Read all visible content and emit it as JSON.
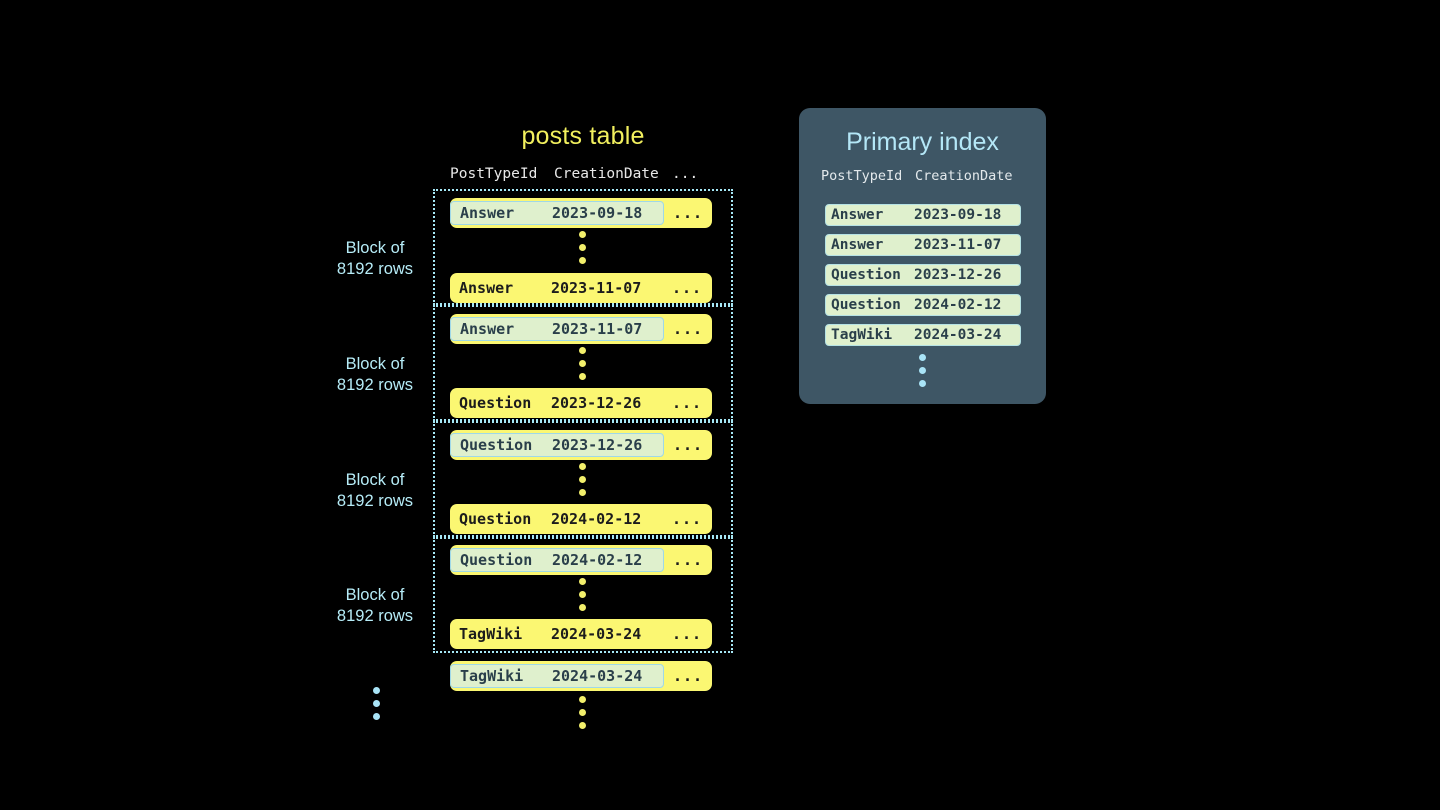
{
  "background": "#000000",
  "colors": {
    "row_yellow": "#fbf772",
    "highlight_green": "#dff0cd",
    "cyan": "#a9e4f7",
    "panel_bg": "#3e5665",
    "title_yellow": "#f2f05e",
    "text_dark": "#1c1c1c"
  },
  "posts_table": {
    "title": "posts table",
    "headers": {
      "type": "PostTypeId",
      "date": "CreationDate",
      "more": "..."
    },
    "block_label": "Block of\n8192 rows",
    "block_label_line1": "Block of",
    "block_label_line2": "8192 rows",
    "ellipsis": "...",
    "blocks": [
      {
        "label_line1": "Block of",
        "label_line2": "8192 rows",
        "first_row": {
          "type": "Answer",
          "date": "2023-09-18",
          "more": "...",
          "highlighted": true
        },
        "last_row": {
          "type": "Answer",
          "date": "2023-11-07",
          "more": "...",
          "highlighted": false
        }
      },
      {
        "label_line1": "Block of",
        "label_line2": "8192 rows",
        "first_row": {
          "type": "Answer",
          "date": "2023-11-07",
          "more": "...",
          "highlighted": true
        },
        "last_row": {
          "type": "Question",
          "date": "2023-12-26",
          "more": "...",
          "highlighted": false
        }
      },
      {
        "label_line1": "Block of",
        "label_line2": "8192 rows",
        "first_row": {
          "type": "Question",
          "date": "2023-12-26",
          "more": "...",
          "highlighted": true
        },
        "last_row": {
          "type": "Question",
          "date": "2024-02-12",
          "more": "...",
          "highlighted": false
        }
      },
      {
        "label_line1": "Block of",
        "label_line2": "8192 rows",
        "first_row": {
          "type": "Question",
          "date": "2024-02-12",
          "more": "...",
          "highlighted": true
        },
        "last_row": {
          "type": "TagWiki",
          "date": "2024-03-24",
          "more": "...",
          "highlighted": false
        }
      }
    ],
    "trailing_row": {
      "type": "TagWiki",
      "date": "2024-03-24",
      "more": "...",
      "highlighted": true
    }
  },
  "primary_index": {
    "title": "Primary index",
    "headers": {
      "type": "PostTypeId",
      "date": "CreationDate"
    },
    "rows": [
      {
        "type": "Answer",
        "date": "2023-09-18"
      },
      {
        "type": "Answer",
        "date": "2023-11-07"
      },
      {
        "type": "Question",
        "date": "2023-12-26"
      },
      {
        "type": "Question",
        "date": "2024-02-12"
      },
      {
        "type": "TagWiki",
        "date": "2024-03-24"
      }
    ]
  }
}
